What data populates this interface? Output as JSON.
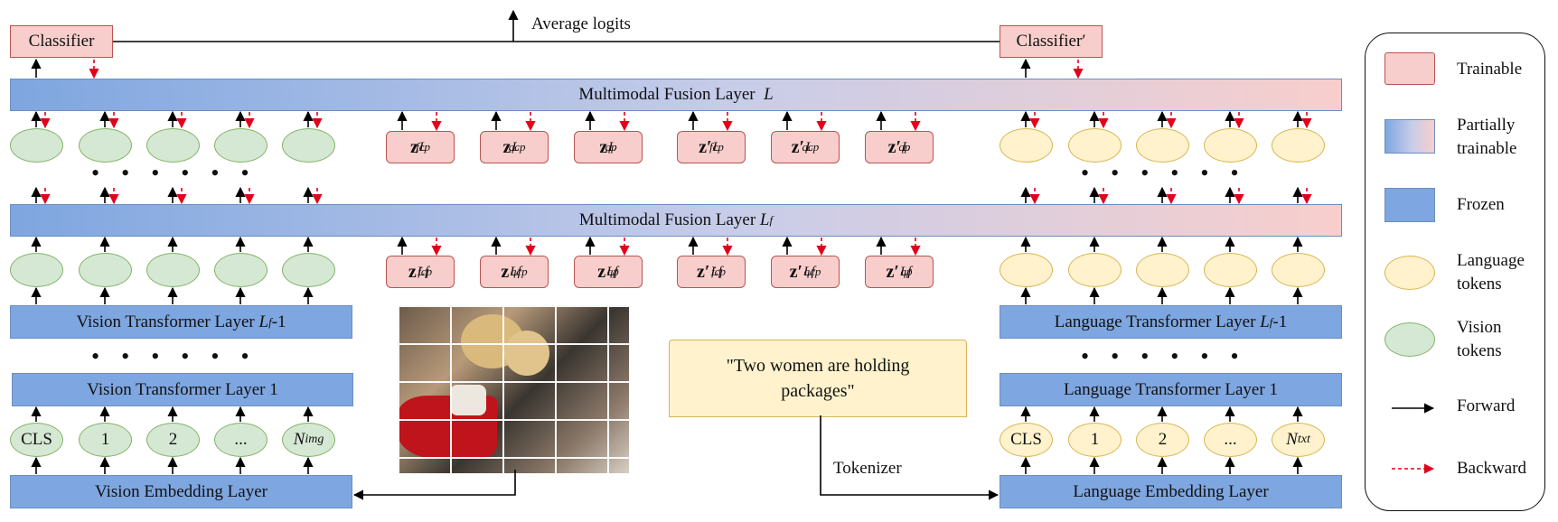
{
  "top": {
    "average_logits": "Average logits"
  },
  "classifiers": {
    "left": "Classifier",
    "right": "Classifier′"
  },
  "fusion": {
    "top_label": "Multimodal Fusion Layer",
    "top_italic": "L",
    "mid_label": "Multimodal Fusion Layer",
    "mid_italic": "L"
  },
  "prompts_top": [
    {
      "z": "z",
      "sup": "L",
      "sub": "fcp"
    },
    {
      "z": "z",
      "sup": "L",
      "sub": "qcp"
    },
    {
      "z": "z",
      "sup": "L",
      "sub": "qp"
    },
    {
      "z": "z′",
      "sup": "L",
      "sub": "fcp"
    },
    {
      "z": "z′",
      "sup": "L",
      "sub": "qcp"
    },
    {
      "z": "z′",
      "sup": "L",
      "sub": "qp"
    }
  ],
  "prompts_mid": [
    {
      "z": "z",
      "sup": "Lf",
      "sub": "fcp"
    },
    {
      "z": "z",
      "sup": "Lf",
      "sub": "qcp"
    },
    {
      "z": "z",
      "sup": "Lf",
      "sub": "qp"
    },
    {
      "z": "z′",
      "sup": "Lf",
      "sub": "fcp"
    },
    {
      "z": "z′",
      "sup": "Lf",
      "sub": "qcp"
    },
    {
      "z": "z′",
      "sup": "Lf",
      "sub": "qp"
    }
  ],
  "vision": {
    "layer_lf": "Vision Transformer Layer",
    "layer_lf_suffix": "-1",
    "layer_1": "Vision Transformer Layer 1",
    "embedding": "Vision Embedding Layer",
    "tokens": [
      "CLS",
      "1",
      "2",
      "...",
      "N"
    ],
    "last_token_sub": "img"
  },
  "language": {
    "layer_lf": "Language Transformer Layer",
    "layer_lf_suffix": "-1",
    "layer_1": "Language Transformer Layer 1",
    "embedding": "Language Embedding Layer",
    "tokens": [
      "CLS",
      "1",
      "2",
      "...",
      "N"
    ],
    "last_token_sub": "txt"
  },
  "caption": {
    "line1": "\"Two women are holding",
    "line2": "packages\""
  },
  "tokenizer": "Tokenizer",
  "legend": {
    "trainable": "Trainable",
    "partially_line1": "Partially",
    "partially_line2": "trainable",
    "frozen": "Frozen",
    "language_line1": "Language",
    "language_line2": "tokens",
    "vision_line1": "Vision",
    "vision_line2": "tokens",
    "forward": "Forward",
    "backward": "Backward"
  },
  "colors": {
    "frozen": "#7ea6e0",
    "trainable": "#f8cecc",
    "vision_token": "#d5e8d4",
    "language_token": "#fff2cc",
    "forward_arrow": "#000000",
    "backward_arrow": "#e3001b"
  }
}
